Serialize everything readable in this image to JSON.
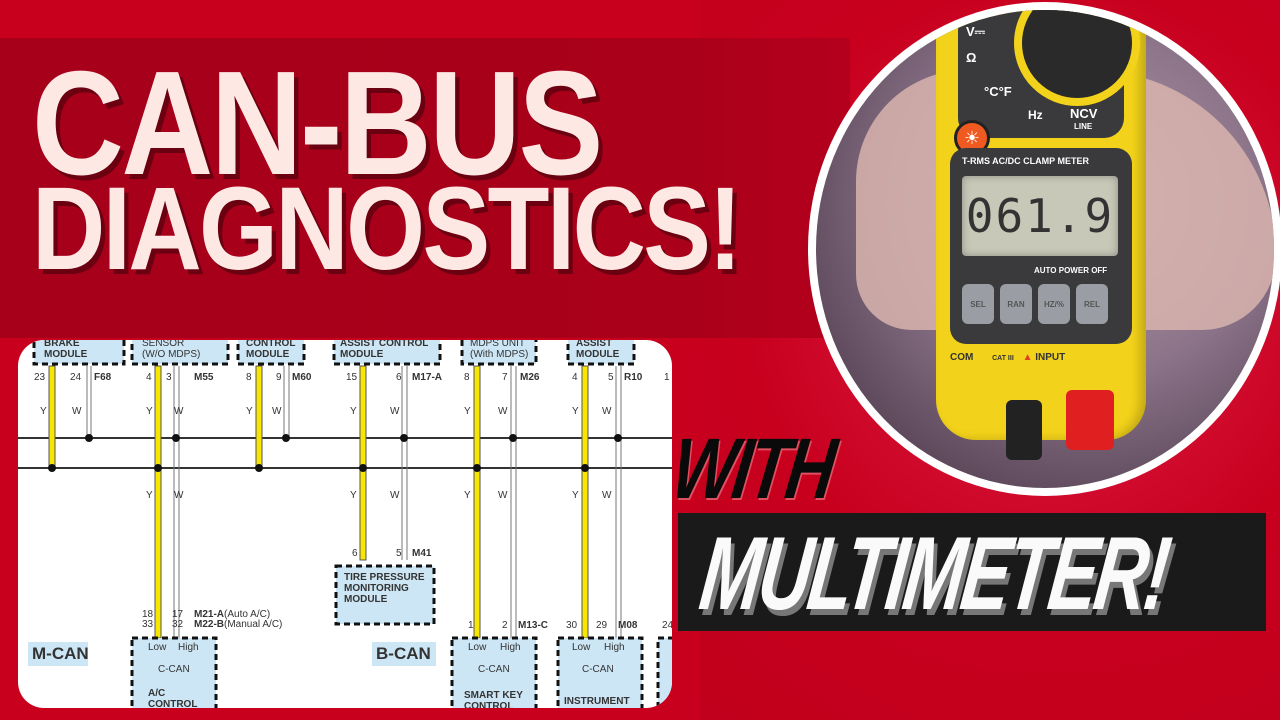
{
  "headline": {
    "line1": "CAN-BUS",
    "line2": "DIAGNOSTICS!"
  },
  "subheadline": {
    "with": "WITH",
    "multimeter": "MULTIMETER!"
  },
  "colors": {
    "background_red": "#c8001e",
    "title_band_red": "#a6001a",
    "title_text": "#fde8e4",
    "wire_yellow": "#f7e600",
    "module_fill": "#cde6f5",
    "black_bar": "#1a1a1a"
  },
  "diagram": {
    "top_modules": [
      {
        "line1": "BRAKE",
        "line2": "MODULE",
        "pin_low": "23",
        "pin_high": "24",
        "connector": "F68"
      },
      {
        "line1": "SENSOR",
        "line2": "(W/O MDPS)",
        "pin_low": "4",
        "pin_high": "3",
        "connector": "M55"
      },
      {
        "line1": "CONTROL",
        "line2": "MODULE",
        "pin_low": "8",
        "pin_high": "9",
        "connector": "M60"
      },
      {
        "line1": "ASSIST CONTROL",
        "line2": "MODULE",
        "pin_low": "15",
        "pin_high": "6",
        "connector": "M17-A"
      },
      {
        "line1": "MDPS UNIT",
        "line2": "(With MDPS)",
        "pin_low": "8",
        "pin_high": "7",
        "connector": "M26"
      },
      {
        "line1": "ASSIST",
        "line2": "MODULE",
        "pin_low": "4",
        "pin_high": "5",
        "connector": "R10"
      }
    ],
    "wire_labels": {
      "yellow": "Y",
      "white": "W"
    },
    "edge_pin": "1",
    "tpms": {
      "line1": "TIRE PRESSURE",
      "line2": "MONITORING",
      "line3": "MODULE",
      "pin_low": "6",
      "pin_high": "5",
      "connector": "M41"
    },
    "ac": {
      "pins_low": "18",
      "pins_low2": "33",
      "pins_high": "17",
      "pins_high2": "32",
      "conn1": "M21-A",
      "conn1_note": "(Auto A/C)",
      "conn2": "M22-B",
      "conn2_note": "(Manual A/C)",
      "label_low": "Low",
      "label_high": "High",
      "bus": "C-CAN",
      "name1": "A/C",
      "name2": "CONTROL"
    },
    "smart_key": {
      "pin_low": "1",
      "pin_high": "2",
      "connector": "M13-C",
      "label_low": "Low",
      "label_high": "High",
      "bus": "C-CAN",
      "name1": "SMART KEY",
      "name2": "CONTROL"
    },
    "instrument": {
      "pin_low": "30",
      "pin_high": "29",
      "connector": "M08",
      "label_low": "Low",
      "label_high": "High",
      "bus": "C-CAN",
      "name1": "INSTRUMENT"
    },
    "edge_pin_bottom": "24",
    "bus_labels": {
      "m_can": "M-CAN",
      "b_can": "B-CAN"
    }
  },
  "meter": {
    "reading": "061.9",
    "model_label": "T-RMS AC/DC CLAMP METER",
    "modes": {
      "volts": "V⎓",
      "ohms": "Ω",
      "temp": "°C°F",
      "hz": "Hz",
      "ncv": "NCV",
      "line": "LINE"
    },
    "auto_off": "AUTO POWER OFF",
    "buttons": [
      "SEL",
      "RAN",
      "HZ/%",
      "REL"
    ],
    "port_com": "COM",
    "port_cat": "CAT III",
    "port_input": "INPUT"
  }
}
